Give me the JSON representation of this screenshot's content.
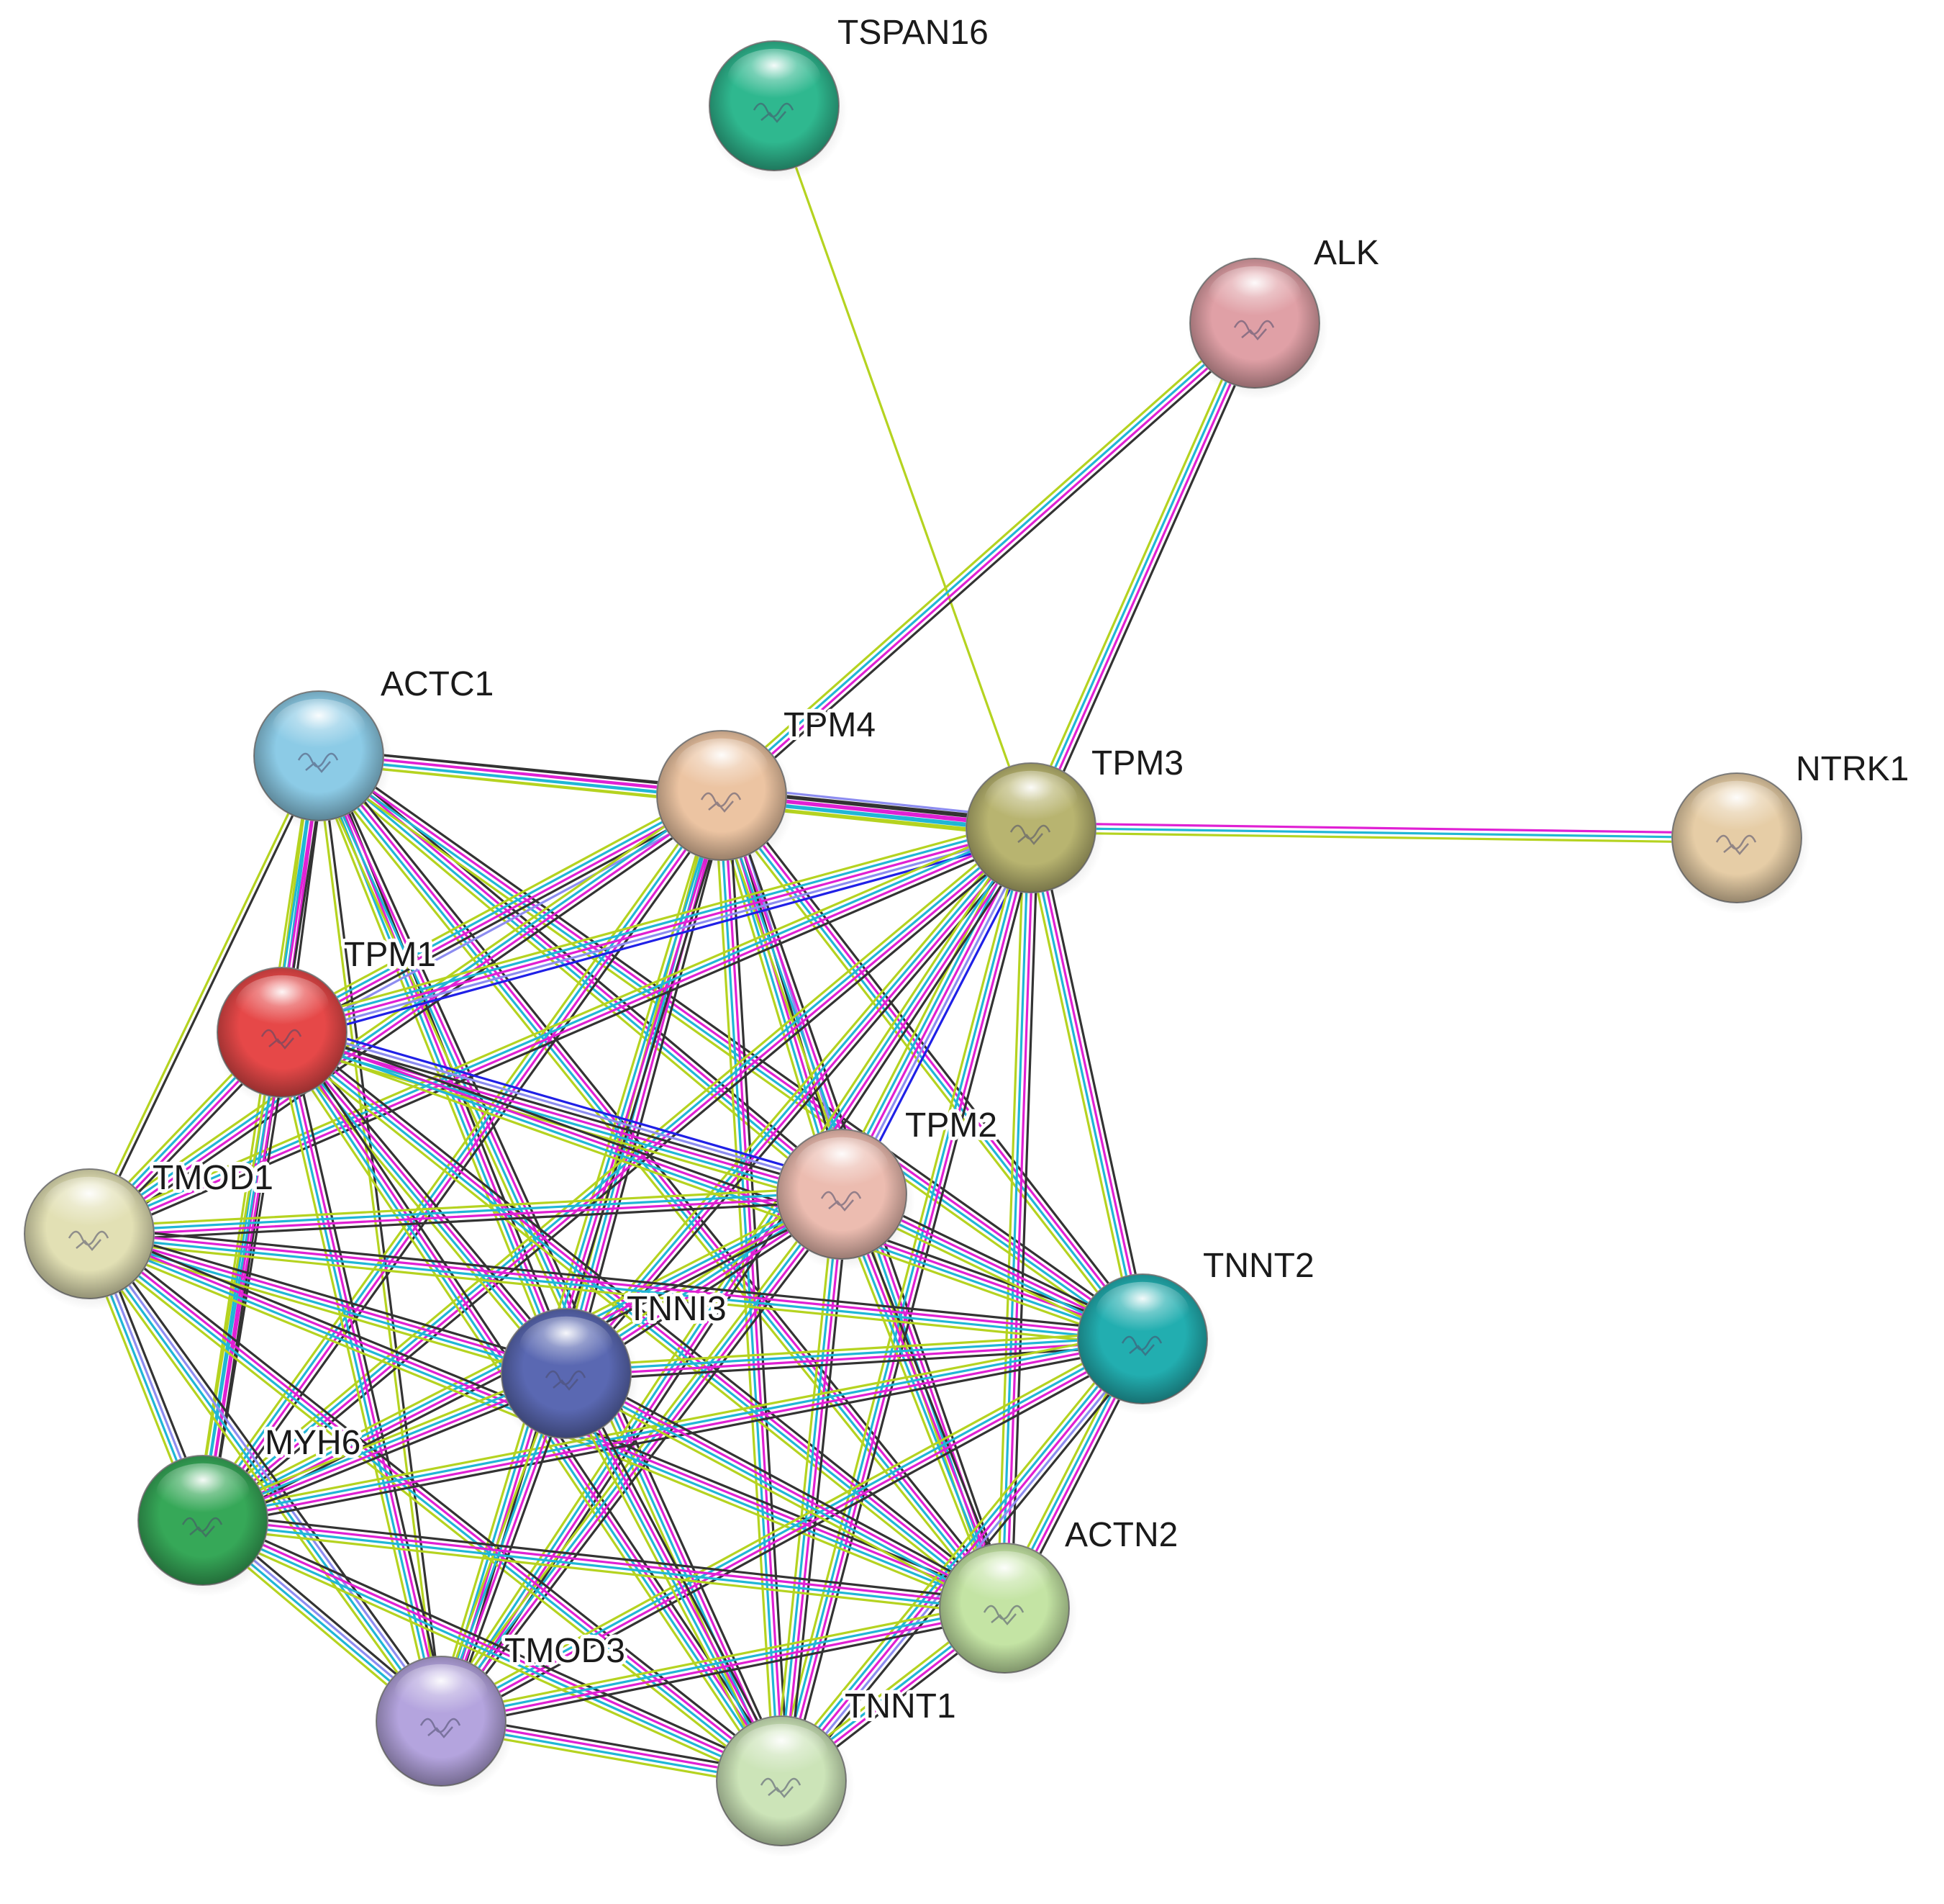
{
  "network": {
    "nodes": [
      {
        "id": "TSPAN16",
        "label": "TSPAN16",
        "color": "#2fb88f"
      },
      {
        "id": "ALK",
        "label": "ALK",
        "color": "#e0a0a6"
      },
      {
        "id": "ACTC1",
        "label": "ACTC1",
        "color": "#8ccbe6"
      },
      {
        "id": "TPM4",
        "label": "TPM4",
        "color": "#ecc4a2"
      },
      {
        "id": "TPM3",
        "label": "TPM3",
        "color": "#b8b470"
      },
      {
        "id": "NTRK1",
        "label": "NTRK1",
        "color": "#e6cda6"
      },
      {
        "id": "TPM1",
        "label": "TPM1",
        "color": "#e64848"
      },
      {
        "id": "TPM2",
        "label": "TPM2",
        "color": "#ecbcb0"
      },
      {
        "id": "TMOD1",
        "label": "TMOD1",
        "color": "#e2e0b4"
      },
      {
        "id": "TNNT2",
        "label": "TNNT2",
        "color": "#22aeb0"
      },
      {
        "id": "TNNI3",
        "label": "TNNI3",
        "color": "#5a68b2"
      },
      {
        "id": "MYH6",
        "label": "MYH6",
        "color": "#36a858"
      },
      {
        "id": "ACTN2",
        "label": "ACTN2",
        "color": "#c4e4a4"
      },
      {
        "id": "TMOD3",
        "label": "TMOD3",
        "color": "#b4a4de"
      },
      {
        "id": "TNNT1",
        "label": "TNNT1",
        "color": "#cce4b8"
      }
    ],
    "edge_colors": {
      "textmining": "#b5d320",
      "coexpression": "#333333",
      "experimental": "#e020d4",
      "database": "#20b6d6",
      "homology": "#8c8cf0",
      "cooccurrence": "#2020e6"
    },
    "edges": [
      {
        "a": "TSPAN16",
        "b": "TPM3",
        "types": [
          "textmining"
        ]
      },
      {
        "a": "ALK",
        "b": "TPM4",
        "types": [
          "coexpression",
          "experimental",
          "database",
          "textmining"
        ]
      },
      {
        "a": "ALK",
        "b": "TPM3",
        "types": [
          "coexpression",
          "experimental",
          "database",
          "textmining"
        ]
      },
      {
        "a": "TPM3",
        "b": "NTRK1",
        "types": [
          "experimental",
          "database",
          "textmining"
        ]
      },
      {
        "a": "ACTC1",
        "b": "TPM4",
        "types": [
          "coexpression",
          "experimental",
          "database",
          "textmining"
        ]
      },
      {
        "a": "ACTC1",
        "b": "TPM3",
        "types": [
          "coexpression",
          "experimental",
          "database",
          "textmining"
        ]
      },
      {
        "a": "ACTC1",
        "b": "TPM1",
        "types": [
          "coexpression",
          "experimental",
          "database",
          "textmining"
        ]
      },
      {
        "a": "ACTC1",
        "b": "TPM2",
        "types": [
          "coexpression",
          "experimental",
          "database",
          "textmining"
        ]
      },
      {
        "a": "ACTC1",
        "b": "TMOD1",
        "types": [
          "coexpression",
          "textmining"
        ]
      },
      {
        "a": "ACTC1",
        "b": "TNNT2",
        "types": [
          "coexpression",
          "experimental",
          "database",
          "textmining"
        ]
      },
      {
        "a": "ACTC1",
        "b": "TNNI3",
        "types": [
          "coexpression",
          "experimental",
          "database",
          "textmining"
        ]
      },
      {
        "a": "ACTC1",
        "b": "MYH6",
        "types": [
          "coexpression",
          "experimental",
          "database",
          "textmining"
        ]
      },
      {
        "a": "ACTC1",
        "b": "ACTN2",
        "types": [
          "coexpression",
          "experimental",
          "database",
          "textmining"
        ]
      },
      {
        "a": "ACTC1",
        "b": "TMOD3",
        "types": [
          "coexpression",
          "textmining"
        ]
      },
      {
        "a": "ACTC1",
        "b": "TNNT1",
        "types": [
          "coexpression",
          "experimental",
          "database",
          "textmining"
        ]
      },
      {
        "a": "TPM4",
        "b": "TPM3",
        "types": [
          "homology",
          "coexpression",
          "experimental",
          "database",
          "textmining"
        ]
      },
      {
        "a": "TPM4",
        "b": "TPM1",
        "types": [
          "homology",
          "coexpression",
          "experimental",
          "database",
          "textmining"
        ]
      },
      {
        "a": "TPM4",
        "b": "TPM2",
        "types": [
          "homology",
          "coexpression",
          "experimental",
          "database",
          "textmining"
        ]
      },
      {
        "a": "TPM4",
        "b": "TMOD1",
        "types": [
          "coexpression",
          "experimental",
          "database",
          "textmining"
        ]
      },
      {
        "a": "TPM4",
        "b": "TNNT2",
        "types": [
          "coexpression",
          "experimental",
          "database",
          "textmining"
        ]
      },
      {
        "a": "TPM4",
        "b": "TNNI3",
        "types": [
          "coexpression",
          "experimental",
          "database",
          "textmining"
        ]
      },
      {
        "a": "TPM4",
        "b": "MYH6",
        "types": [
          "coexpression",
          "experimental",
          "database",
          "textmining"
        ]
      },
      {
        "a": "TPM4",
        "b": "ACTN2",
        "types": [
          "coexpression",
          "experimental",
          "database",
          "textmining"
        ]
      },
      {
        "a": "TPM4",
        "b": "TMOD3",
        "types": [
          "coexpression",
          "experimental",
          "database",
          "textmining"
        ]
      },
      {
        "a": "TPM4",
        "b": "TNNT1",
        "types": [
          "coexpression",
          "experimental",
          "database",
          "textmining"
        ]
      },
      {
        "a": "TPM3",
        "b": "TPM1",
        "types": [
          "cooccurrence",
          "homology",
          "experimental",
          "database",
          "textmining"
        ]
      },
      {
        "a": "TPM3",
        "b": "TPM2",
        "types": [
          "cooccurrence",
          "homology",
          "experimental",
          "database",
          "textmining"
        ]
      },
      {
        "a": "TPM3",
        "b": "TMOD1",
        "types": [
          "coexpression",
          "experimental",
          "database",
          "textmining"
        ]
      },
      {
        "a": "TPM3",
        "b": "TNNT2",
        "types": [
          "coexpression",
          "experimental",
          "database",
          "textmining"
        ]
      },
      {
        "a": "TPM3",
        "b": "TNNI3",
        "types": [
          "coexpression",
          "experimental",
          "database",
          "textmining"
        ]
      },
      {
        "a": "TPM3",
        "b": "MYH6",
        "types": [
          "coexpression",
          "experimental",
          "database",
          "textmining"
        ]
      },
      {
        "a": "TPM3",
        "b": "ACTN2",
        "types": [
          "coexpression",
          "experimental",
          "database",
          "textmining"
        ]
      },
      {
        "a": "TPM3",
        "b": "TMOD3",
        "types": [
          "coexpression",
          "experimental",
          "database",
          "textmining"
        ]
      },
      {
        "a": "TPM3",
        "b": "TNNT1",
        "types": [
          "coexpression",
          "experimental",
          "database",
          "textmining"
        ]
      },
      {
        "a": "TPM1",
        "b": "TPM2",
        "types": [
          "cooccurrence",
          "homology",
          "coexpression",
          "experimental",
          "database",
          "textmining"
        ]
      },
      {
        "a": "TPM1",
        "b": "TMOD1",
        "types": [
          "coexpression",
          "experimental",
          "database",
          "textmining"
        ]
      },
      {
        "a": "TPM1",
        "b": "TNNT2",
        "types": [
          "coexpression",
          "experimental",
          "database",
          "textmining"
        ]
      },
      {
        "a": "TPM1",
        "b": "TNNI3",
        "types": [
          "coexpression",
          "experimental",
          "database",
          "textmining"
        ]
      },
      {
        "a": "TPM1",
        "b": "MYH6",
        "types": [
          "coexpression",
          "experimental",
          "database",
          "textmining"
        ]
      },
      {
        "a": "TPM1",
        "b": "ACTN2",
        "types": [
          "coexpression",
          "experimental",
          "database",
          "textmining"
        ]
      },
      {
        "a": "TPM1",
        "b": "TMOD3",
        "types": [
          "coexpression",
          "experimental",
          "database",
          "textmining"
        ]
      },
      {
        "a": "TPM1",
        "b": "TNNT1",
        "types": [
          "coexpression",
          "experimental",
          "database",
          "textmining"
        ]
      },
      {
        "a": "TPM2",
        "b": "TMOD1",
        "types": [
          "coexpression",
          "experimental",
          "database",
          "textmining"
        ]
      },
      {
        "a": "TPM2",
        "b": "TNNT2",
        "types": [
          "coexpression",
          "experimental",
          "database",
          "textmining"
        ]
      },
      {
        "a": "TPM2",
        "b": "TNNI3",
        "types": [
          "coexpression",
          "experimental",
          "database",
          "textmining"
        ]
      },
      {
        "a": "TPM2",
        "b": "MYH6",
        "types": [
          "coexpression",
          "experimental",
          "database",
          "textmining"
        ]
      },
      {
        "a": "TPM2",
        "b": "ACTN2",
        "types": [
          "coexpression",
          "experimental",
          "database",
          "textmining"
        ]
      },
      {
        "a": "TPM2",
        "b": "TMOD3",
        "types": [
          "coexpression",
          "experimental",
          "database",
          "textmining"
        ]
      },
      {
        "a": "TPM2",
        "b": "TNNT1",
        "types": [
          "coexpression",
          "experimental",
          "database",
          "textmining"
        ]
      },
      {
        "a": "TMOD1",
        "b": "TNNT2",
        "types": [
          "coexpression",
          "experimental",
          "database",
          "textmining"
        ]
      },
      {
        "a": "TMOD1",
        "b": "TNNI3",
        "types": [
          "coexpression",
          "experimental",
          "database",
          "textmining"
        ]
      },
      {
        "a": "TMOD1",
        "b": "MYH6",
        "types": [
          "coexpression",
          "homology",
          "database",
          "textmining"
        ]
      },
      {
        "a": "TMOD1",
        "b": "ACTN2",
        "types": [
          "coexpression",
          "experimental",
          "database",
          "textmining"
        ]
      },
      {
        "a": "TMOD1",
        "b": "TMOD3",
        "types": [
          "coexpression",
          "homology",
          "database",
          "textmining"
        ]
      },
      {
        "a": "TMOD1",
        "b": "TNNT1",
        "types": [
          "coexpression",
          "experimental",
          "database",
          "textmining"
        ]
      },
      {
        "a": "TNNT2",
        "b": "TNNI3",
        "types": [
          "coexpression",
          "experimental",
          "database",
          "textmining"
        ]
      },
      {
        "a": "TNNT2",
        "b": "MYH6",
        "types": [
          "coexpression",
          "experimental",
          "database",
          "textmining"
        ]
      },
      {
        "a": "TNNT2",
        "b": "ACTN2",
        "types": [
          "coexpression",
          "experimental",
          "database",
          "textmining"
        ]
      },
      {
        "a": "TNNT2",
        "b": "TMOD3",
        "types": [
          "coexpression",
          "experimental",
          "database",
          "textmining"
        ]
      },
      {
        "a": "TNNT2",
        "b": "TNNT1",
        "types": [
          "coexpression",
          "homology",
          "experimental",
          "database",
          "textmining"
        ]
      },
      {
        "a": "TNNI3",
        "b": "MYH6",
        "types": [
          "coexpression",
          "experimental",
          "database",
          "textmining"
        ]
      },
      {
        "a": "TNNI3",
        "b": "ACTN2",
        "types": [
          "coexpression",
          "experimental",
          "database",
          "textmining"
        ]
      },
      {
        "a": "TNNI3",
        "b": "TMOD3",
        "types": [
          "coexpression",
          "experimental",
          "database",
          "textmining"
        ]
      },
      {
        "a": "TNNI3",
        "b": "TNNT1",
        "types": [
          "coexpression",
          "experimental",
          "database",
          "textmining"
        ]
      },
      {
        "a": "MYH6",
        "b": "ACTN2",
        "types": [
          "coexpression",
          "experimental",
          "database",
          "textmining"
        ]
      },
      {
        "a": "MYH6",
        "b": "TMOD3",
        "types": [
          "coexpression",
          "homology",
          "database",
          "textmining"
        ]
      },
      {
        "a": "MYH6",
        "b": "TNNT1",
        "types": [
          "coexpression",
          "experimental",
          "database",
          "textmining"
        ]
      },
      {
        "a": "ACTN2",
        "b": "TMOD3",
        "types": [
          "coexpression",
          "experimental",
          "database",
          "textmining"
        ]
      },
      {
        "a": "ACTN2",
        "b": "TNNT1",
        "types": [
          "coexpression",
          "experimental",
          "database",
          "textmining"
        ]
      },
      {
        "a": "TMOD3",
        "b": "TNNT1",
        "types": [
          "coexpression",
          "experimental",
          "database",
          "textmining"
        ]
      }
    ]
  }
}
